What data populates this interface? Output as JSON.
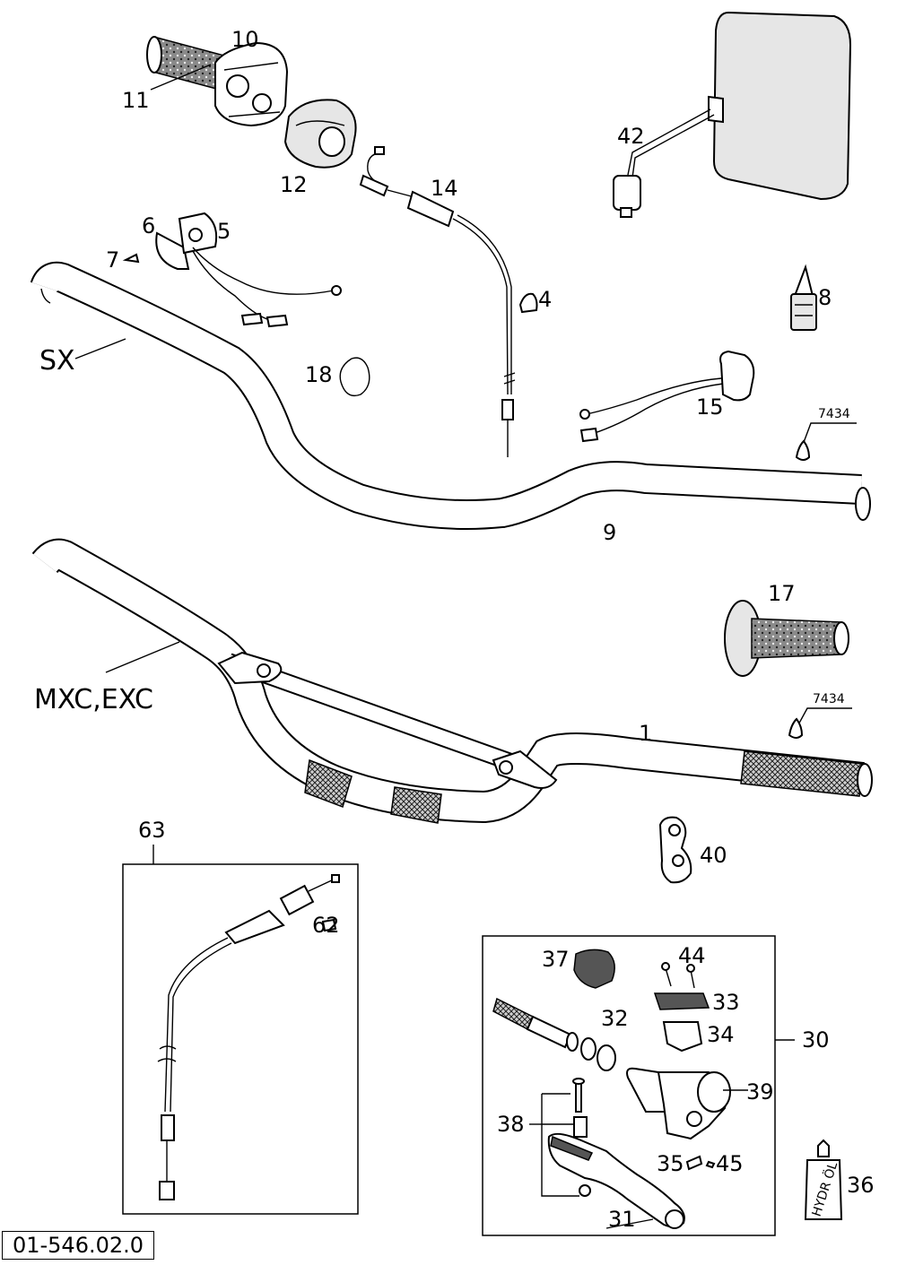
{
  "labels": {
    "p10": "10",
    "p11": "11",
    "p12": "12",
    "p14": "14",
    "p42": "42",
    "p6": "6",
    "p5": "5",
    "p7": "7",
    "p4": "4",
    "p8": "8",
    "p18": "18",
    "p15": "15",
    "p9": "9",
    "p17": "17",
    "p1": "1",
    "p40": "40",
    "p63": "63",
    "p62": "62",
    "p37": "37",
    "p44": "44",
    "p33": "33",
    "p32": "32",
    "p34": "34",
    "p30": "30",
    "p39": "39",
    "p38": "38",
    "p35": "35",
    "p45": "45",
    "p36": "36",
    "p31": "31",
    "sx": "SX",
    "mxc_exc": "MXC,EXC",
    "ref_top": "7434",
    "ref_bottom": "7434",
    "oil_text": "HYDR ÖL"
  },
  "drawing_number": "01-546.02.0"
}
